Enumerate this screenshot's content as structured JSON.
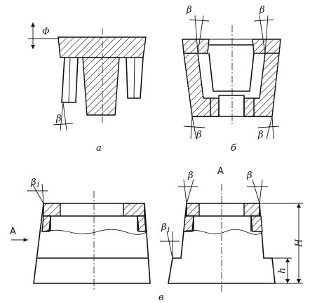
{
  "figure": {
    "labels": {
      "phi": "Φ",
      "beta": "β",
      "beta1_base": "β",
      "beta1_sub": "1",
      "caption_a": "а",
      "caption_b": "б",
      "caption_v": "в",
      "view_A": "А",
      "arrow_A": "А",
      "dim_H": "H",
      "dim_h": "h"
    }
  }
}
